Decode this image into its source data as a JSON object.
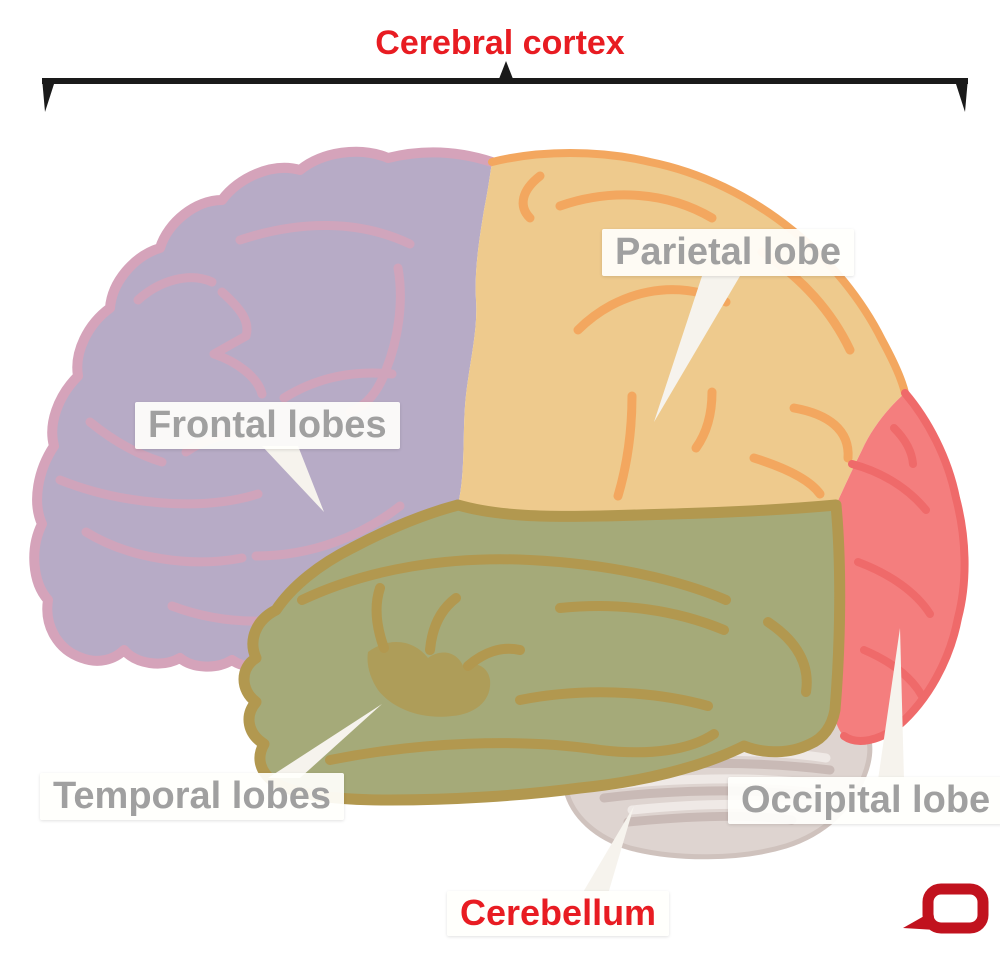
{
  "title": {
    "text": "Cerebral cortex",
    "color": "#e81c22"
  },
  "bracket": {
    "color": "#1a1a1a"
  },
  "labels": {
    "frontal": {
      "text": "Frontal lobes",
      "color": "#a0a0a0"
    },
    "parietal": {
      "text": "Parietal lobe",
      "color": "#a0a0a0"
    },
    "temporal": {
      "text": "Temporal lobes",
      "color": "#a0a0a0"
    },
    "occipital": {
      "text": "Occipital lobe",
      "color": "#a0a0a0"
    },
    "cerebellum": {
      "text": "Cerebellum",
      "color": "#e81c22"
    }
  },
  "regions": {
    "frontal": {
      "fill": "#b7abc6",
      "line": "#d5a3ba"
    },
    "parietal": {
      "fill": "#eeca8d",
      "line": "#f3a75f"
    },
    "temporal": {
      "fill": "#a5aa79",
      "line": "#b2984f"
    },
    "occipital": {
      "fill": "#f47e7e",
      "line": "#ef6a6a"
    },
    "cerebellum": {
      "fill": "#ded4d0",
      "line": "#cfc2bd",
      "ridge_dark": "#c9bab6",
      "ridge_light": "#efe9e6"
    }
  },
  "callout_style": {
    "box_bg": "rgba(255,255,252,0.93)",
    "tail_fill": "#f6f3ed"
  },
  "logo": {
    "icon": "speech-bubble-logo",
    "color": "#c1121e"
  }
}
